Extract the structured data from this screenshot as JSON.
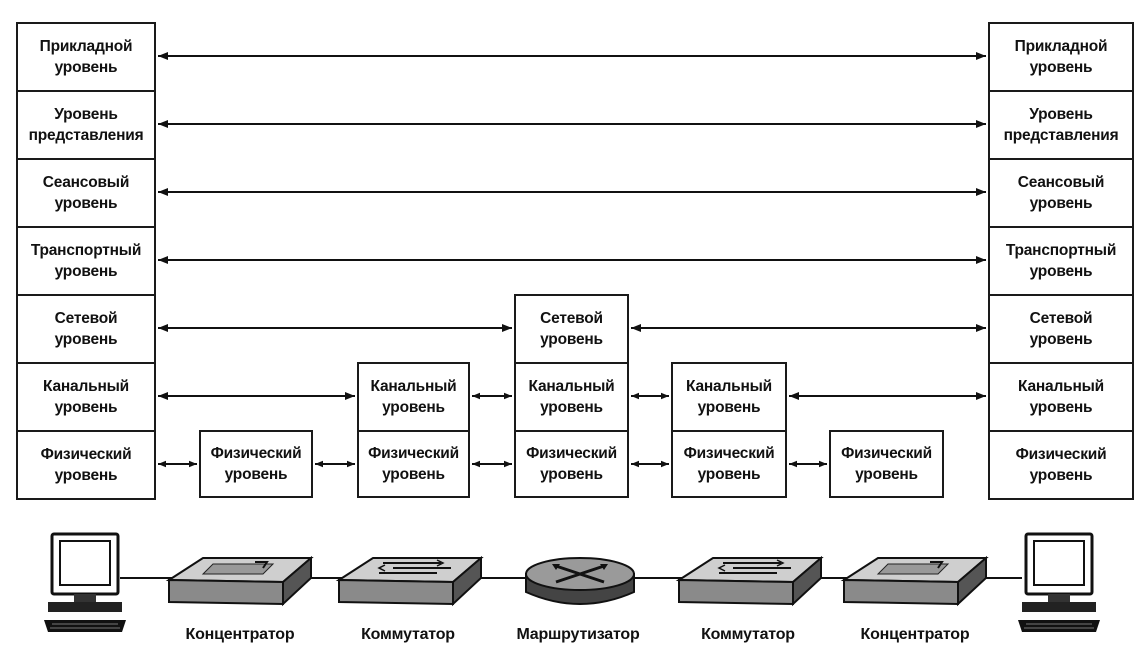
{
  "layers": [
    "Прикладной уровень",
    "Уровень представления",
    "Сеансовый уровень",
    "Транспортный уровень",
    "Сетевой уровень",
    "Канальный уровень",
    "Физический уровень"
  ],
  "left_stack": {
    "application": [
      "Прикладной",
      "уровень"
    ],
    "presentation": [
      "Уровень",
      "представления"
    ],
    "session": [
      "Сеансовый",
      "уровень"
    ],
    "transport": [
      "Транспортный",
      "уровень"
    ],
    "network": [
      "Сетевой",
      "уровень"
    ],
    "datalink": [
      "Канальный",
      "уровень"
    ],
    "physical": [
      "Физический",
      "уровень"
    ]
  },
  "right_stack": {
    "application": [
      "Прикладной",
      "уровень"
    ],
    "presentation": [
      "Уровень",
      "представления"
    ],
    "session": [
      "Сеансовый",
      "уровень"
    ],
    "transport": [
      "Транспортный",
      "уровень"
    ],
    "network": [
      "Сетевой",
      "уровень"
    ],
    "datalink": [
      "Канальный",
      "уровень"
    ],
    "physical": [
      "Физический",
      "уровень"
    ]
  },
  "hub1": {
    "physical": [
      "Физический",
      "уровень"
    ]
  },
  "switch1": {
    "datalink": [
      "Канальный",
      "уровень"
    ],
    "physical": [
      "Физический",
      "уровень"
    ]
  },
  "router": {
    "network": [
      "Сетевой",
      "уровень"
    ],
    "datalink": [
      "Канальный",
      "уровень"
    ],
    "physical": [
      "Физический",
      "уровень"
    ]
  },
  "switch2": {
    "datalink": [
      "Канальный",
      "уровень"
    ],
    "physical": [
      "Физический",
      "уровень"
    ]
  },
  "hub2": {
    "physical": [
      "Физический",
      "уровень"
    ]
  },
  "devices": {
    "hub1": "Концентратор",
    "switch1": "Коммутатор",
    "router": "Маршрутизатор",
    "switch2": "Коммутатор",
    "hub2": "Концентратор"
  },
  "icons": {
    "computer_left": "computer-icon",
    "hub1": "hub-icon",
    "switch1": "switch-icon",
    "router": "router-icon",
    "switch2": "switch-icon",
    "hub2": "hub-icon",
    "computer_right": "computer-icon"
  }
}
